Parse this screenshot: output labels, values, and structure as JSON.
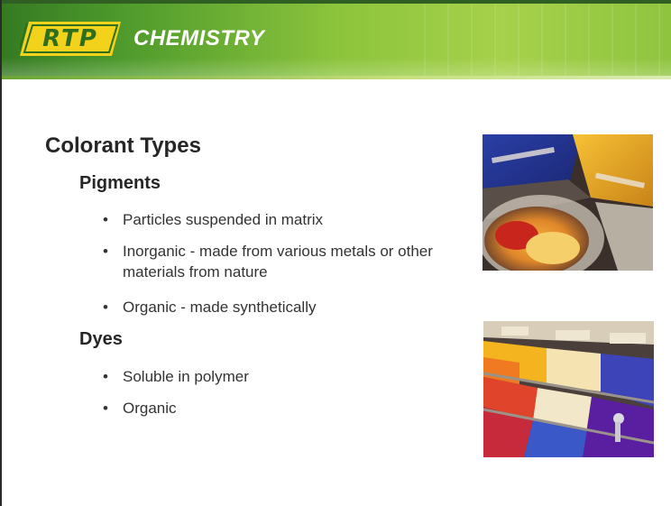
{
  "header": {
    "logo_text": "RTP",
    "brand_label": "CHEMISTRY"
  },
  "slide": {
    "title": "Colorant Types",
    "sections": [
      {
        "heading": "Pigments",
        "bullets": [
          "Particles suspended in matrix",
          "Inorganic - made from various metals or other materials from nature",
          "Organic - made synthetically"
        ]
      },
      {
        "heading": "Dyes",
        "bullets": [
          "Soluble in polymer",
          "Organic"
        ]
      }
    ]
  },
  "colors": {
    "header_dark": "#357a22",
    "header_light": "#a6d14a",
    "logo_yellow": "#f2d21b",
    "text": "#262626"
  }
}
